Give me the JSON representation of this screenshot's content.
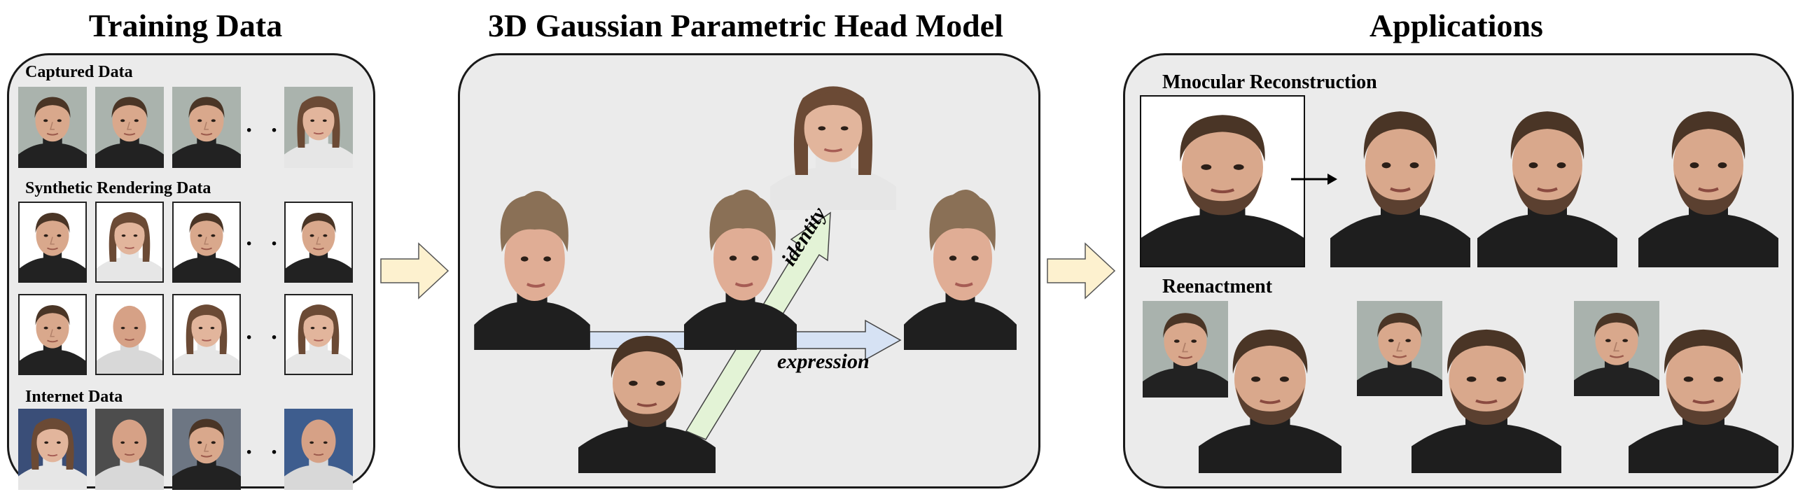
{
  "headings": {
    "training": "Training Data",
    "model": "3D Gaussian Parametric Head Model",
    "applications": "Applications"
  },
  "training": {
    "captured_label": "Captured Data",
    "synthetic_label": "Synthetic Rendering Data",
    "internet_label": "Internet Data",
    "ellipsis": "· · ·"
  },
  "model": {
    "identity_label": "identity",
    "expression_label": "expression"
  },
  "applications": {
    "monocular_label": "Mnocular Reconstruction",
    "reenactment_label": "Reenactment"
  },
  "colors": {
    "panel_bg": "#ebebeb",
    "arrow_fill": "#fdf1cf",
    "expression_arrow": "#d6e2f4",
    "identity_arrow": "#e3f3d6"
  }
}
